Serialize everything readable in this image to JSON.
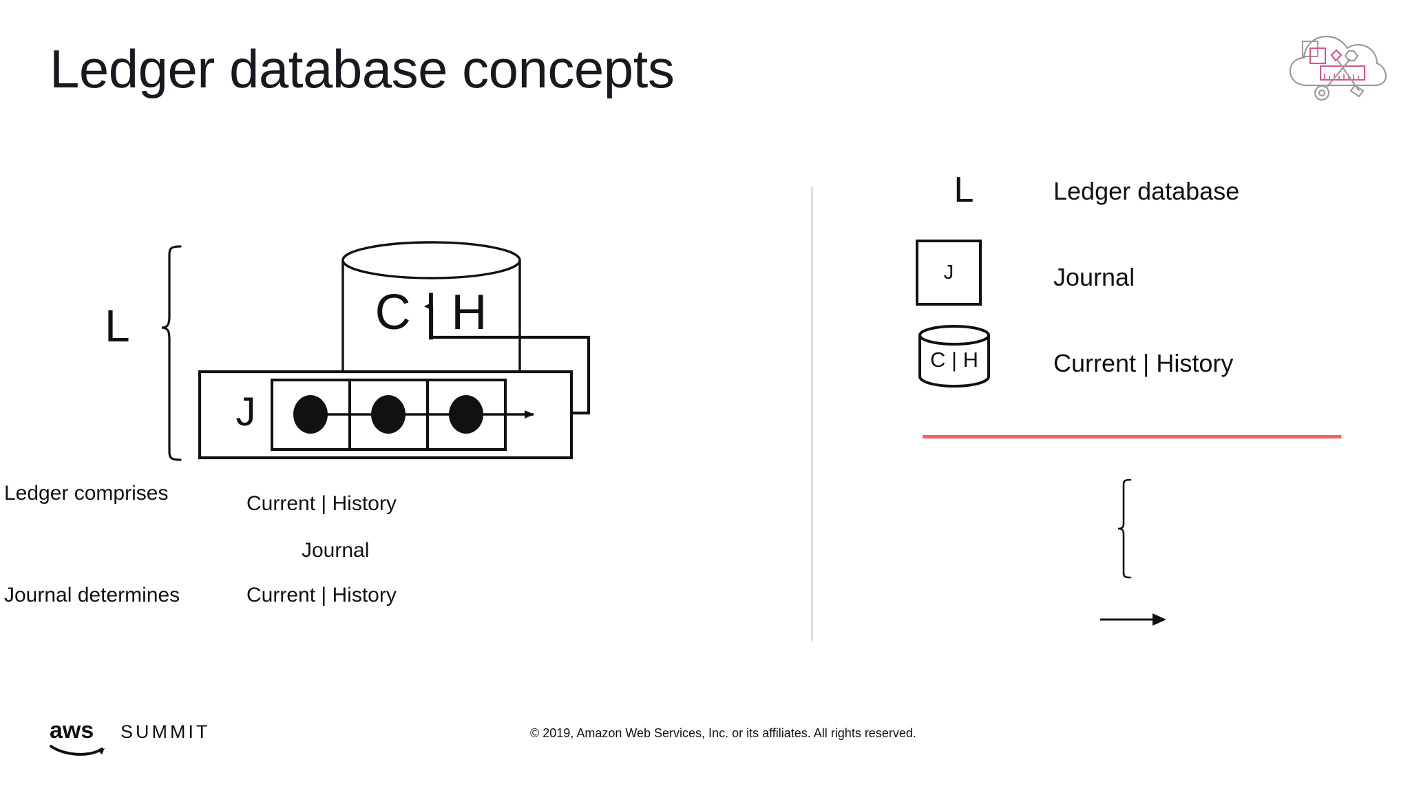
{
  "slide": {
    "title": "Ledger database concepts"
  },
  "corner_logo": {
    "name": "cloud-tools-icon",
    "outline_color": "#9b9b9b",
    "accent_color": "#d9538f"
  },
  "diagram": {
    "ledger_bracket_label": "L",
    "store_node": {
      "label": "C | H",
      "shape": "cylinder"
    },
    "journal_node": {
      "label": "J",
      "shape": "box",
      "blocks": [
        {
          "label": ""
        },
        {
          "label": ""
        },
        {
          "label": ""
        }
      ]
    }
  },
  "legend": {
    "items": [
      {
        "symbol": "L",
        "symbol_type": "letter",
        "label": "Ledger database"
      },
      {
        "symbol": "J",
        "symbol_type": "box",
        "label": "Journal"
      },
      {
        "symbol": "C | H",
        "symbol_type": "cylinder",
        "label": "Current | History"
      }
    ]
  },
  "separator": {
    "color": "#f2615c"
  },
  "relations": [
    {
      "label": "Ledger comprises",
      "connector": "brace",
      "targets": [
        "Current | History",
        "Journal"
      ]
    },
    {
      "label": "Journal determines",
      "connector": "arrow",
      "targets": [
        "Current | History"
      ]
    }
  ],
  "footer": {
    "brand": "aws",
    "brand_suffix": "SUMMIT",
    "copyright": "© 2019, Amazon Web Services, Inc. or its affiliates. All rights reserved."
  }
}
